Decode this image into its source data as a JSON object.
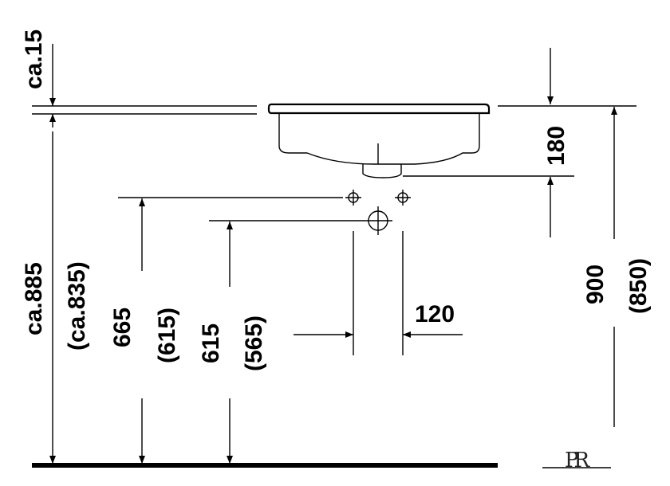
{
  "dimensions": {
    "top_gap": "ca.15",
    "total_height": "ca.885",
    "total_height_alt": "(ca.835)",
    "upper_connection": "665",
    "upper_connection_alt": "(615)",
    "drain_connection": "615",
    "drain_connection_alt": "(565)",
    "spacing": "120",
    "basin_depth": "180",
    "rim_height": "900",
    "rim_height_alt": "(850)"
  },
  "logo": {
    "text": "PR"
  }
}
